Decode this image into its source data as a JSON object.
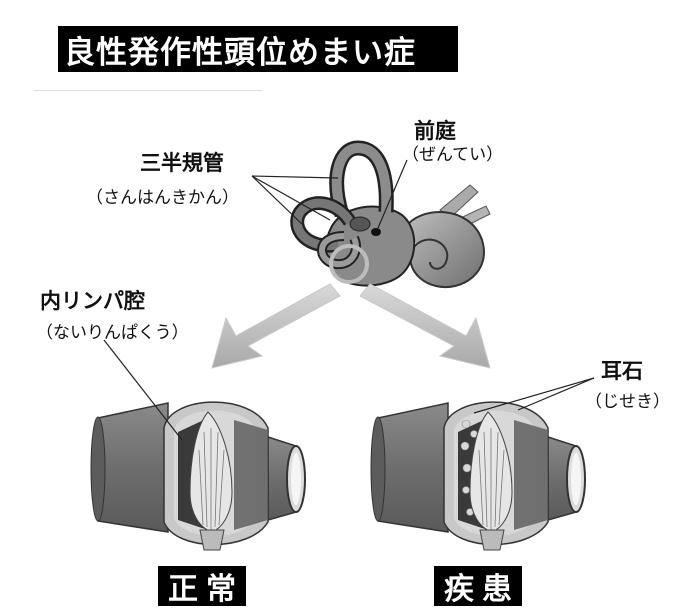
{
  "title": "良性発作性頭位めまい症",
  "labels": {
    "canals": "三半規管",
    "canals_reading": "（さんはんきかん）",
    "vestibule": "前庭",
    "vestibule_reading": "（ぜんてい）",
    "endolymph": "内リンパ腔",
    "endolymph_reading": "（ないりんぱくう）",
    "otolith": "耳石",
    "otolith_reading": "（じせき）"
  },
  "captions": {
    "normal": "正常",
    "disease": "疾患"
  }
}
